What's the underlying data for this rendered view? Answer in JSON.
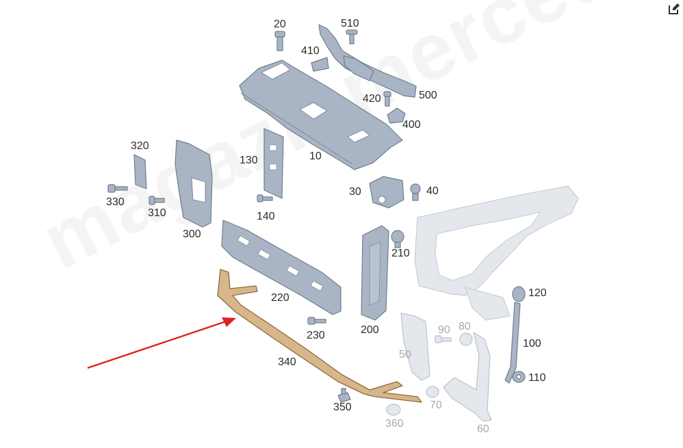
{
  "toolbar": {
    "edit_icon": "edit-icon"
  },
  "watermark": "magazinmercedes.ru",
  "colors": {
    "part_fill": "#a9b5c4",
    "part_stroke": "#6f7d8c",
    "faded_fill": "#e4e8ed",
    "highlight_fill": "#d6b68a",
    "highlight_stroke": "#8c6a3a",
    "arrow": "#dd2222",
    "label_dim": "#a9a9a9"
  },
  "callouts": [
    {
      "id": "p20",
      "text": "20"
    },
    {
      "id": "p510",
      "text": "510"
    },
    {
      "id": "p410",
      "text": "410"
    },
    {
      "id": "p420",
      "text": "420"
    },
    {
      "id": "p500",
      "text": "500"
    },
    {
      "id": "p400",
      "text": "400"
    },
    {
      "id": "p10",
      "text": "10"
    },
    {
      "id": "p320",
      "text": "320"
    },
    {
      "id": "p130",
      "text": "130"
    },
    {
      "id": "p330",
      "text": "330"
    },
    {
      "id": "p310",
      "text": "310"
    },
    {
      "id": "p140",
      "text": "140"
    },
    {
      "id": "p30",
      "text": "30"
    },
    {
      "id": "p40",
      "text": "40"
    },
    {
      "id": "p300",
      "text": "300"
    },
    {
      "id": "p210",
      "text": "210"
    },
    {
      "id": "p220",
      "text": "220"
    },
    {
      "id": "p120",
      "text": "120"
    },
    {
      "id": "p90",
      "text": "90"
    },
    {
      "id": "p80",
      "text": "80"
    },
    {
      "id": "p230",
      "text": "230"
    },
    {
      "id": "p200",
      "text": "200"
    },
    {
      "id": "p100",
      "text": "100"
    },
    {
      "id": "p50",
      "text": "50"
    },
    {
      "id": "p340",
      "text": "340"
    },
    {
      "id": "p110",
      "text": "110"
    },
    {
      "id": "p70",
      "text": "70"
    },
    {
      "id": "p350",
      "text": "350"
    },
    {
      "id": "p360",
      "text": "360"
    },
    {
      "id": "p60",
      "text": "60"
    }
  ]
}
